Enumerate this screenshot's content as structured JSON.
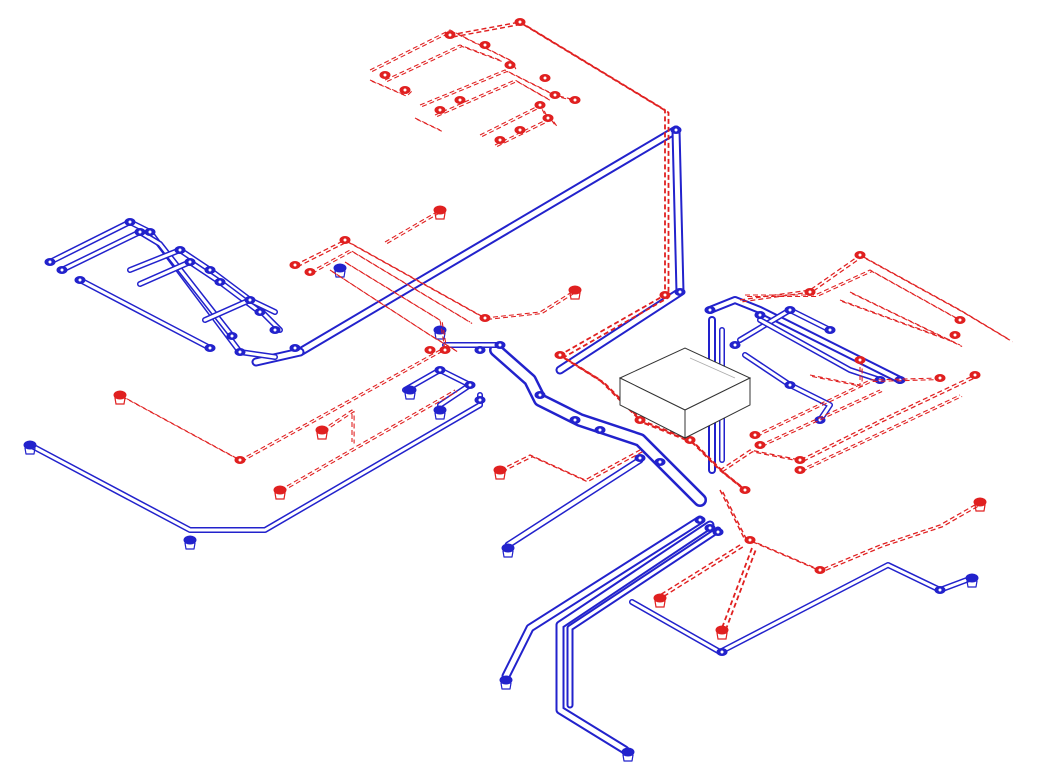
{
  "diagram": {
    "type": "isometric-ventilation-ductwork",
    "view": "isometric",
    "labels": [],
    "systems": [
      {
        "key": "supply",
        "line_style": "solid",
        "color": "#2222cc"
      },
      {
        "key": "exhaust",
        "line_style": "dashed",
        "color": "#e02020"
      }
    ],
    "colors": {
      "background": "#ffffff",
      "supply": "#2222cc",
      "exhaust": "#e02020",
      "unit": "#333333"
    },
    "central_unit": {
      "kind": "air-handling-unit-box"
    },
    "terminal_kind": "diffuser-valve"
  }
}
